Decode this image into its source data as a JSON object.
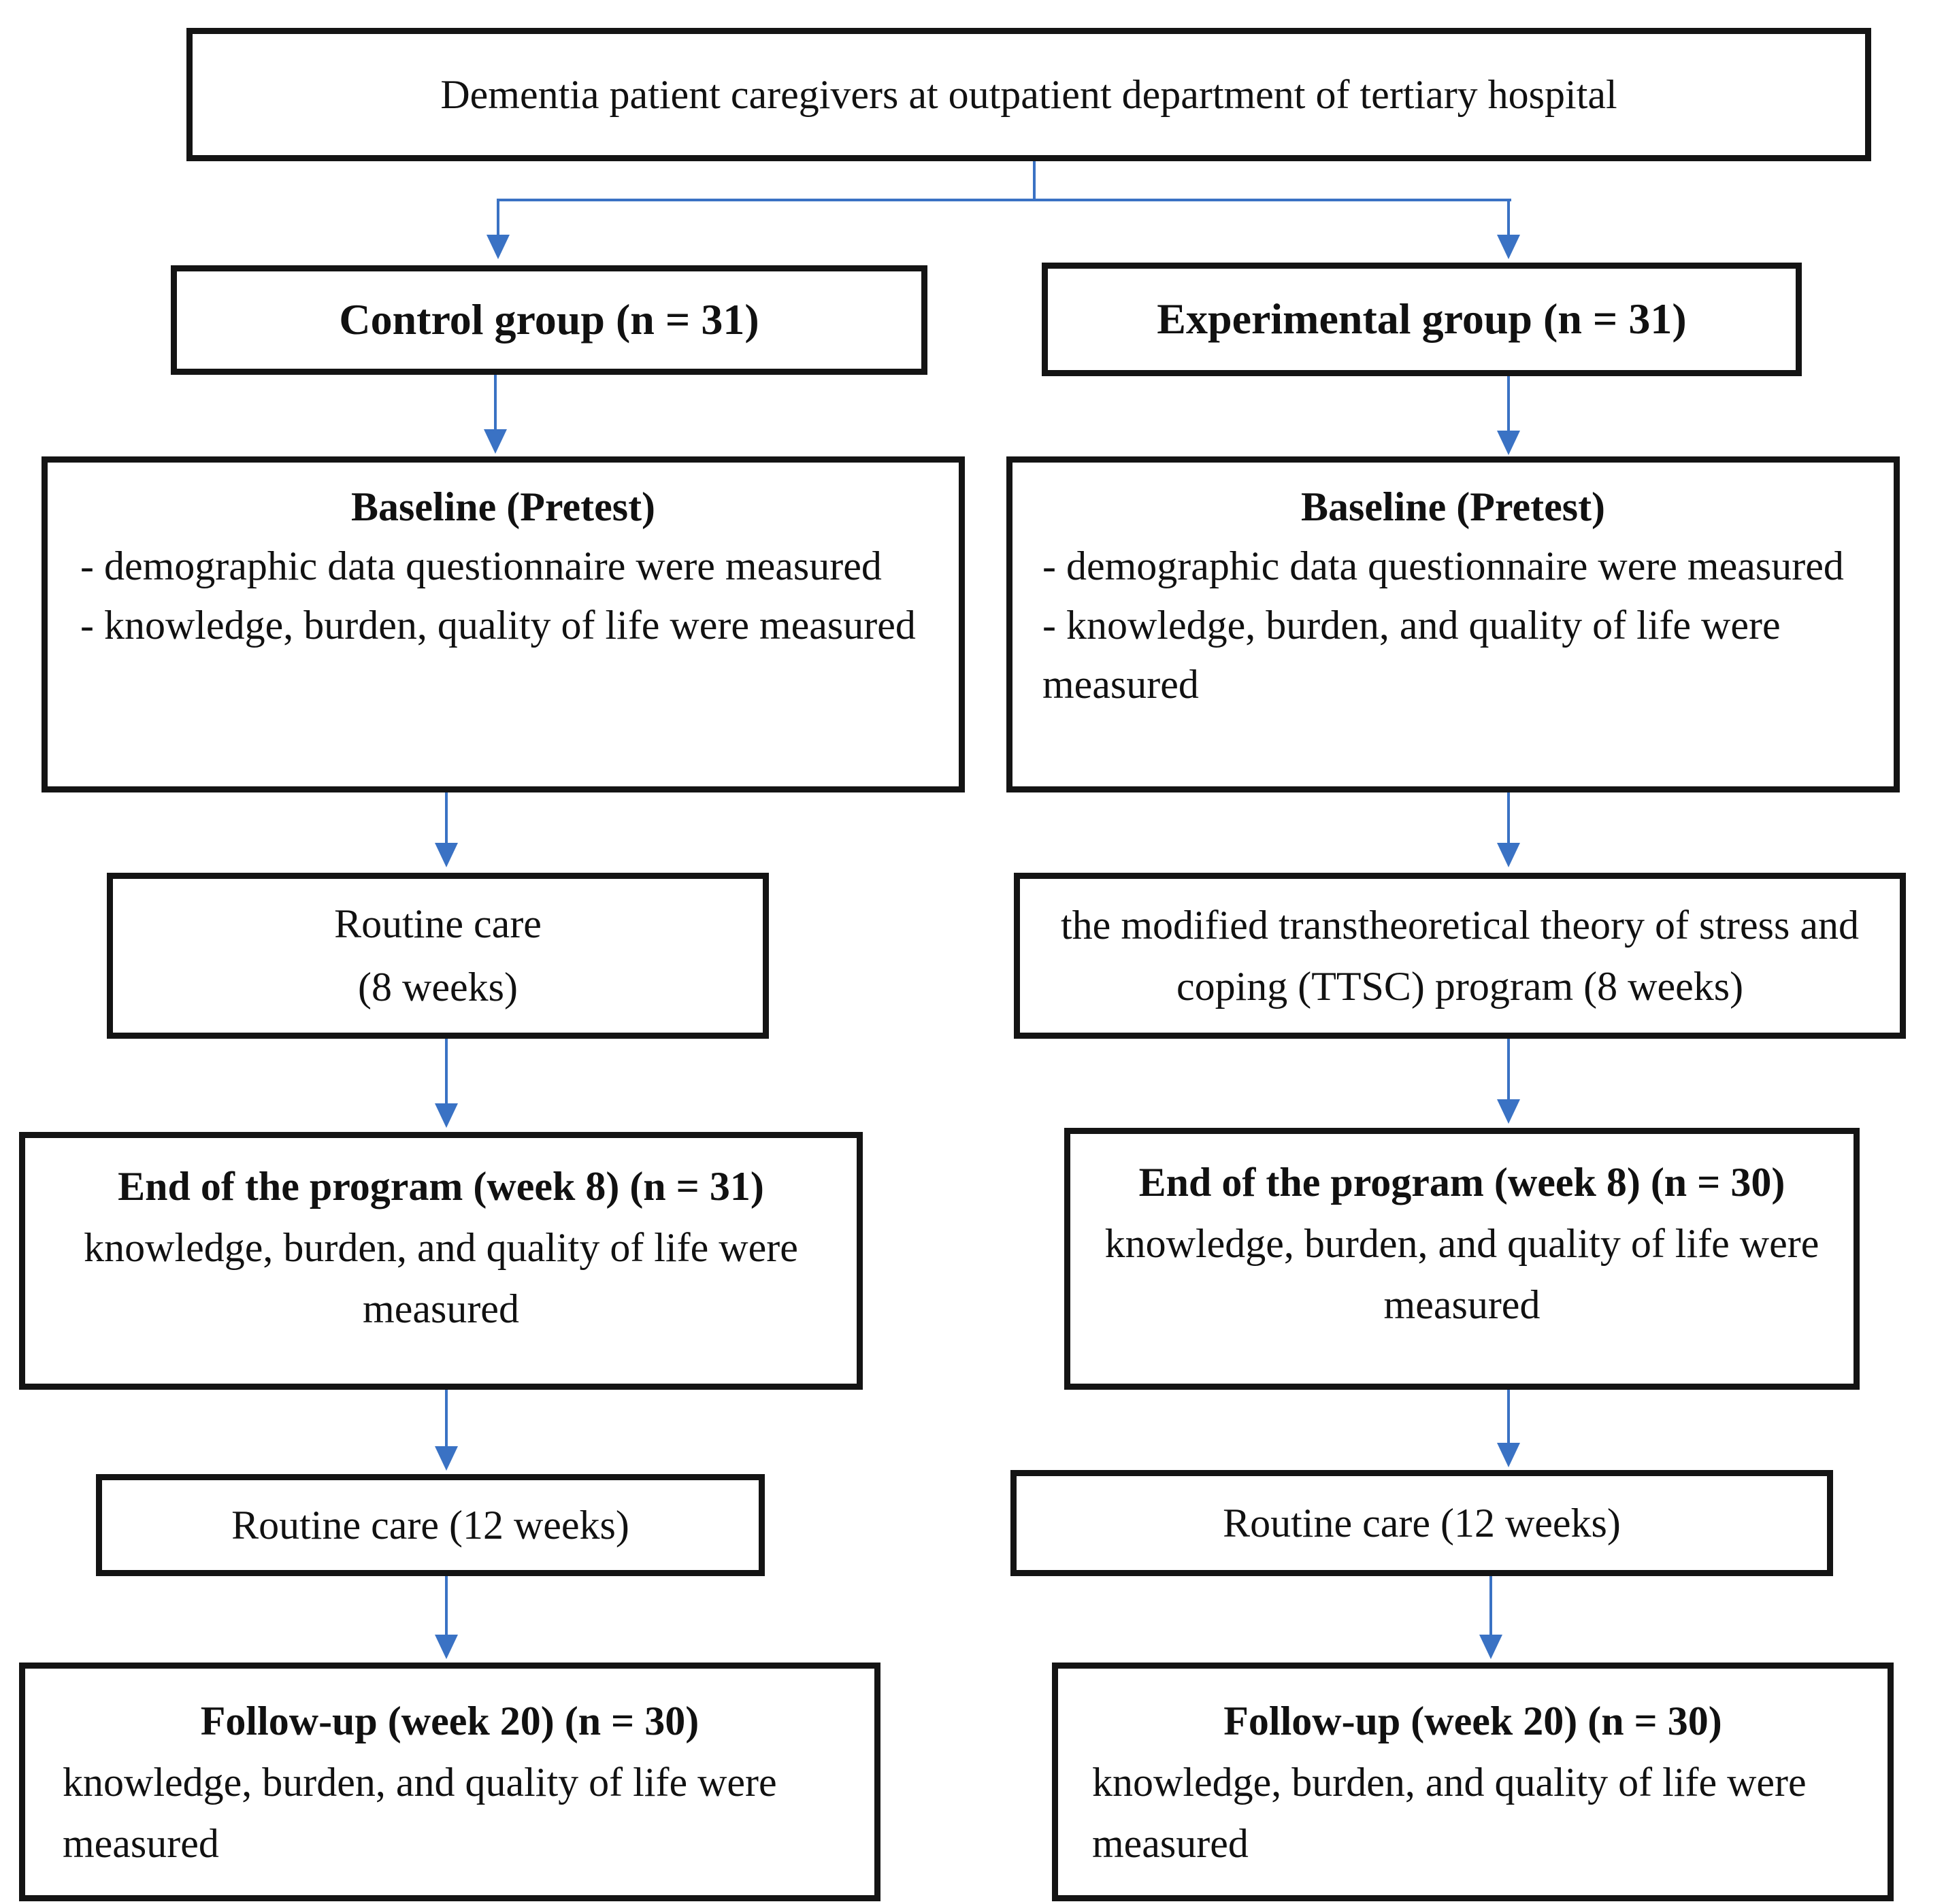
{
  "nodes": {
    "population": {
      "text": "Dementia patient caregivers at outpatient department of tertiary hospital"
    },
    "control_group": {
      "text": "Control group (n = 31)"
    },
    "experimental_group": {
      "text": "Experimental group (n = 31)"
    },
    "baseline_control": {
      "title": "Baseline (Pretest)",
      "items": [
        "- demographic data questionnaire were measured",
        "- knowledge, burden, quality of life were measured"
      ]
    },
    "baseline_experimental": {
      "title": "Baseline (Pretest)",
      "items": [
        "- demographic data questionnaire were measured",
        "- knowledge, burden, and quality of life were measured"
      ]
    },
    "routine8_control": {
      "lines": [
        "Routine care",
        "(8 weeks)"
      ]
    },
    "ttsc_experimental": {
      "text": "the modified transtheoretical theory of stress and coping (TTSC) program (8 weeks)"
    },
    "end_control": {
      "title": "End of the program (week 8) (n = 31)",
      "body": "knowledge, burden, and quality of life were measured"
    },
    "end_experimental": {
      "title": "End of the program (week 8) (n = 30)",
      "body": "knowledge, burden, and quality of life were measured"
    },
    "routine12_control": {
      "text": "Routine care (12 weeks)"
    },
    "routine12_experimental": {
      "text": "Routine care (12 weeks)"
    },
    "followup_control": {
      "title": "Follow-up (week 20) (n = 30)",
      "body": "knowledge, burden, and quality of life were measured"
    },
    "followup_experimental": {
      "title": "Follow-up (week 20) (n = 30)",
      "body": "knowledge, burden, and quality of life were measured"
    }
  },
  "colors": {
    "arrow": "#3a72c4",
    "border": "#141414",
    "text": "#111111",
    "background": "#ffffff"
  }
}
